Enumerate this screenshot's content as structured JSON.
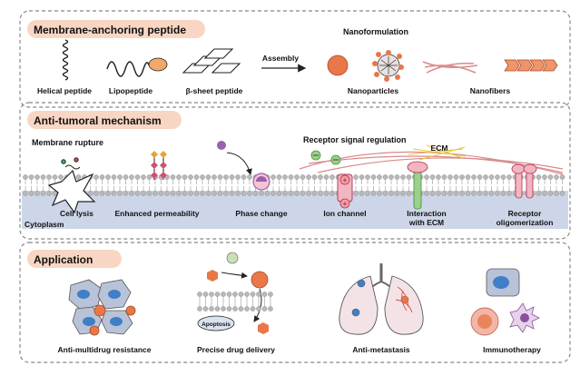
{
  "panels": {
    "membrane": {
      "title": "Membrane-anchoring peptide",
      "labels": {
        "helical": "Helical peptide",
        "lipo": "Lipopeptide",
        "beta": "β-sheet peptide",
        "assembly": "Assembly",
        "nanoformulation": "Nanoformulation",
        "nanoparticles": "Nanoparticles",
        "nanofibers": "Nanofibers"
      }
    },
    "mechanism": {
      "title": "Anti-tumoral mechanism",
      "labels": {
        "rupture": "Membrane rupture",
        "receptor_reg": "Receptor signal regulation",
        "ecm": "ECM",
        "cell_lysis": "Cell lysis",
        "cytoplasm": "Cytoplasm",
        "permeability": "Enhanced permeability",
        "phase": "Phase change",
        "ion": "Ion channel",
        "interaction_1": "Interaction",
        "interaction_2": "with ECM",
        "receptor_1": "Receptor",
        "receptor_2": "oligomerization"
      }
    },
    "application": {
      "title": "Application",
      "labels": {
        "amr": "Anti-multidrug resistance",
        "delivery": "Precise drug delivery",
        "apoptosis": "Apoptosis",
        "metastasis": "Anti-metastasis",
        "immuno": "Immunotherapy"
      }
    }
  },
  "colors": {
    "title_fill": "#f8d6c3",
    "peptide_orange": "#f2a86a",
    "particle_orange": "#e8774a",
    "membrane_blue": "#cdd6e8",
    "lipid_gray": "#b8b8b8",
    "fiber_red": "#d98a8a",
    "cell_blue": "#3f7fc8",
    "receptor_pink": "#f3b5c0",
    "receptor_green": "#9bd18a"
  }
}
